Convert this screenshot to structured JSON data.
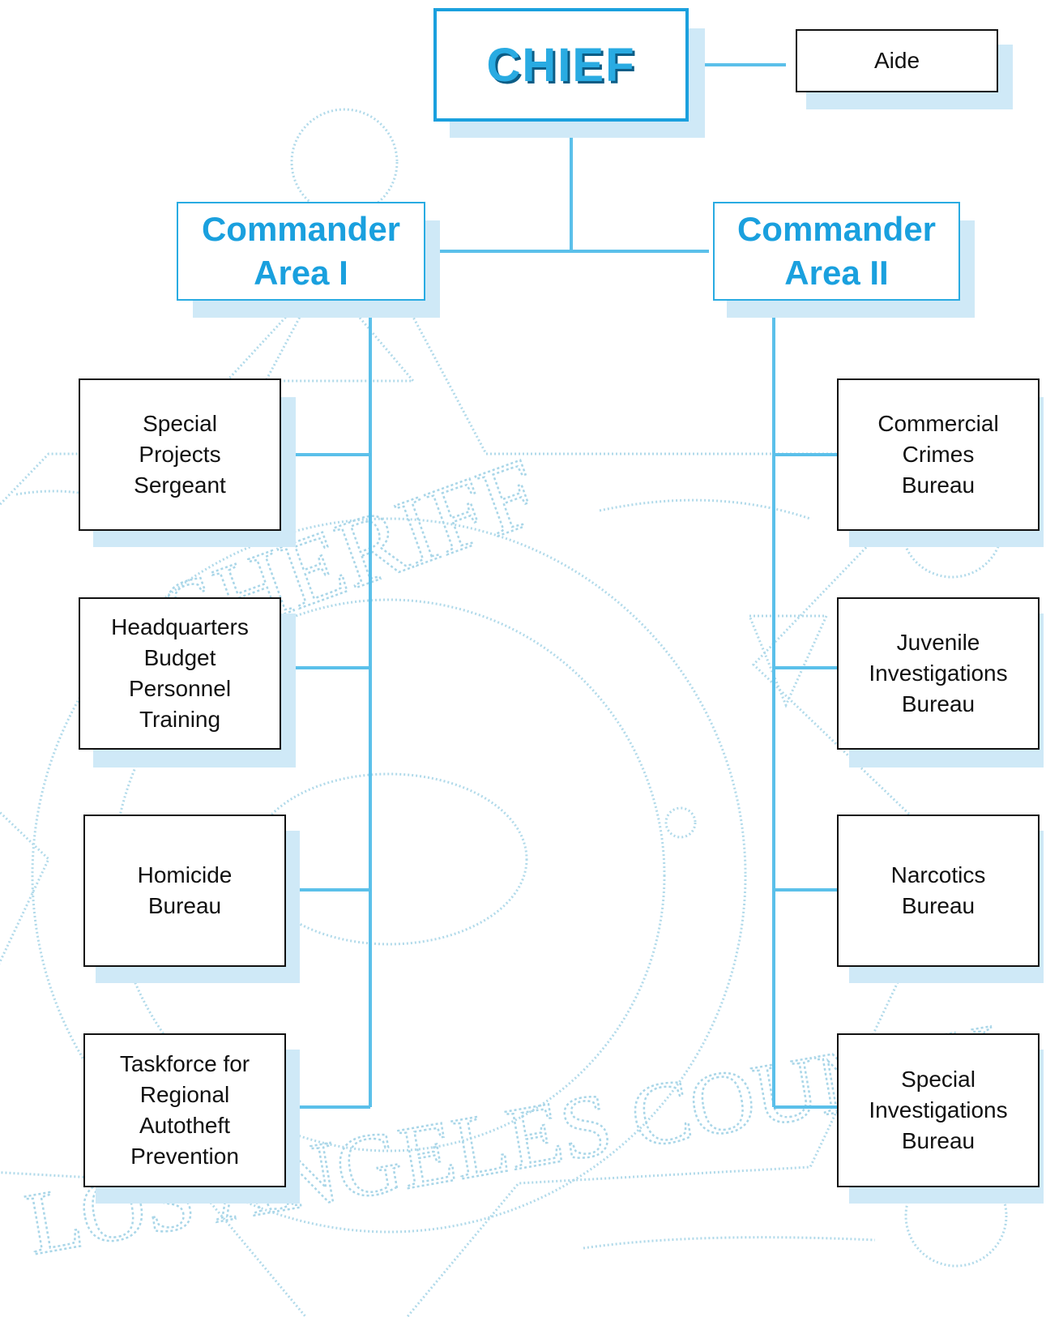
{
  "chart": {
    "chief": "CHIEF",
    "aide": "Aide",
    "commanders": [
      {
        "lines": [
          "Commander",
          "Area I"
        ]
      },
      {
        "lines": [
          "Commander",
          "Area II"
        ]
      }
    ],
    "area1_units": [
      {
        "lines": [
          "Special",
          "Projects",
          "Sergeant"
        ]
      },
      {
        "lines": [
          "Headquarters",
          "Budget",
          "Personnel",
          "Training"
        ]
      },
      {
        "lines": [
          "Homicide",
          "Bureau"
        ]
      },
      {
        "lines": [
          "Taskforce for",
          "Regional",
          "Autotheft",
          "Prevention"
        ]
      }
    ],
    "area2_units": [
      {
        "lines": [
          "Commercial",
          "Crimes",
          "Bureau"
        ]
      },
      {
        "lines": [
          "Juvenile",
          "Investigations",
          "Bureau"
        ]
      },
      {
        "lines": [
          "Narcotics",
          "Bureau"
        ]
      },
      {
        "lines": [
          "Special",
          "Investigations",
          "Bureau"
        ]
      }
    ]
  },
  "watermark": {
    "text_top": "SHERIFF",
    "text_bottom": "LOS ANGELES COUNTY"
  },
  "colors": {
    "accent": "#29abe2",
    "shadow": "#cfe9f7",
    "unit_border": "#111111"
  }
}
